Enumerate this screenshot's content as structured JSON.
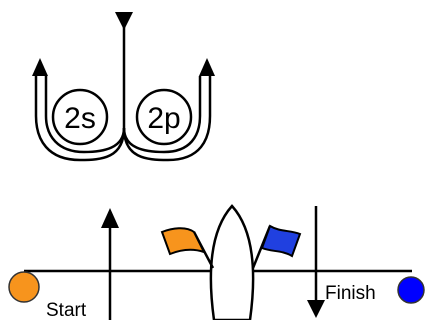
{
  "diagram": {
    "turn_labels": {
      "starboard": "2s",
      "port": "2p"
    },
    "course_labels": {
      "start": "Start",
      "finish": "Finish"
    },
    "colors": {
      "start_mark": "#F7941D",
      "finish_mark": "#0000FF",
      "start_flag": "#F7941D",
      "finish_flag": "#2040E0",
      "stroke": "#000000"
    }
  }
}
